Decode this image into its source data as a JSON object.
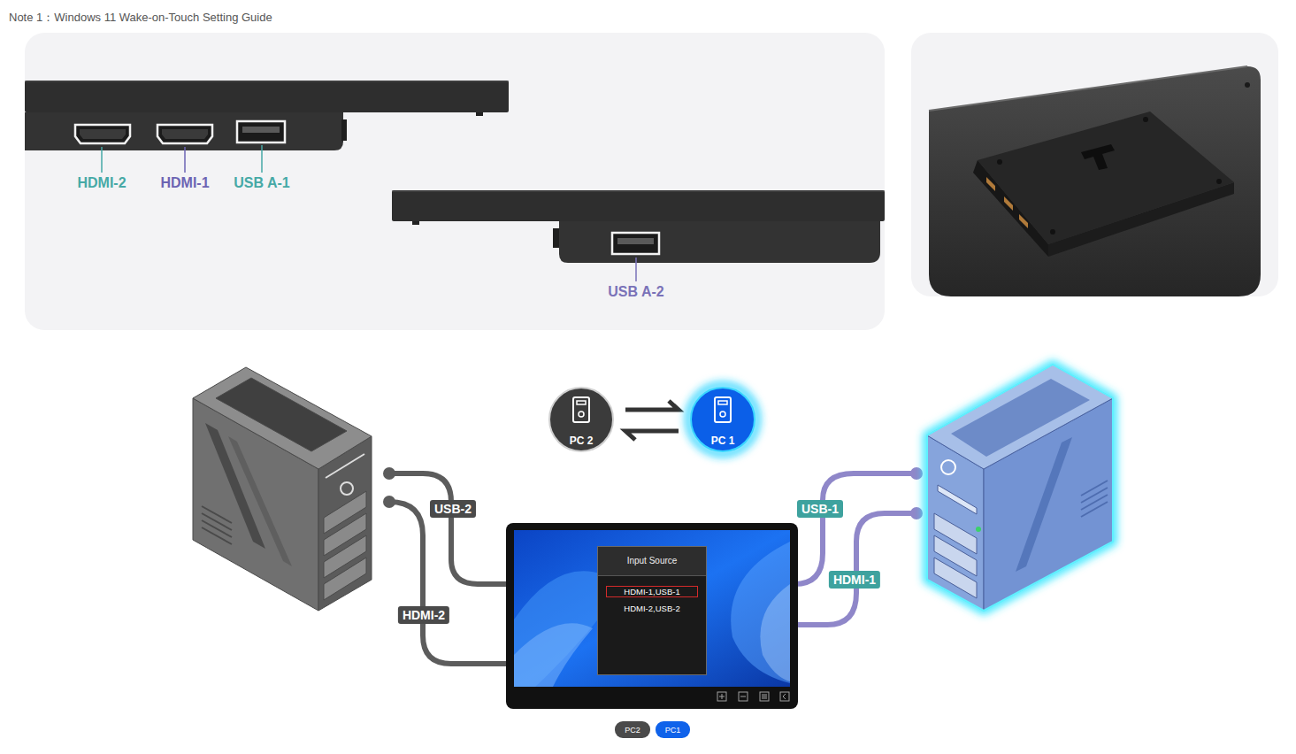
{
  "diagram": {
    "title": "Note 1：Windows 11 Wake-on-Touch Setting Guide",
    "nodes": [
      {
        "text": [
          "PC 2"
        ]
      },
      {
        "text": [
          "PC 1"
        ]
      },
      {
        "text": [
          "Input Source",
          "HDMI-1,USB-1",
          "HDMI-2,USB-2"
        ]
      },
      {
        "text": [
          "PC2"
        ]
      },
      {
        "text": [
          "PC1"
        ]
      }
    ],
    "edges": [
      {
        "from": 0,
        "to": 1,
        "arrow": "both"
      }
    ],
    "labels": [
      "HDMI-2",
      "HDMI-1",
      "USB A-1",
      "USB A-2",
      "USB-2",
      "HDMI-2",
      "USB-1",
      "HDMI-1"
    ]
  }
}
